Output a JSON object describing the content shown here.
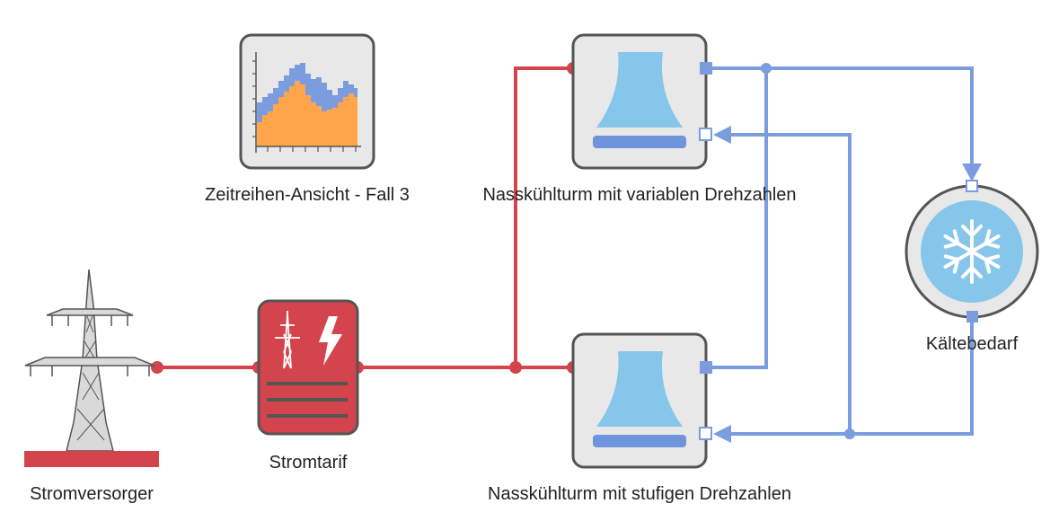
{
  "nodes": {
    "timeseries": {
      "label": "Zeitreihen-Ansicht - Fall 3"
    },
    "tower_variable": {
      "label": "Nasskühlturm mit variablen Drehzahlen"
    },
    "tower_staged": {
      "label": "Nasskühlturm mit stufigen Drehzahlen"
    },
    "cooling_demand": {
      "label": "Kältebedarf"
    },
    "power_supplier": {
      "label": "Stromversorger"
    },
    "tariff": {
      "label": "Stromtarif"
    }
  },
  "colors": {
    "electric": "#d4444c",
    "water": "#7b9de0",
    "node_fill": "#e8e8e8",
    "node_stroke": "#555555",
    "tower_body": "#86c6ea",
    "tower_base": "#7094dc",
    "chart_blue": "#7b9de0",
    "chart_orange": "#ffa64d",
    "pylon": "#d9d9d9"
  }
}
